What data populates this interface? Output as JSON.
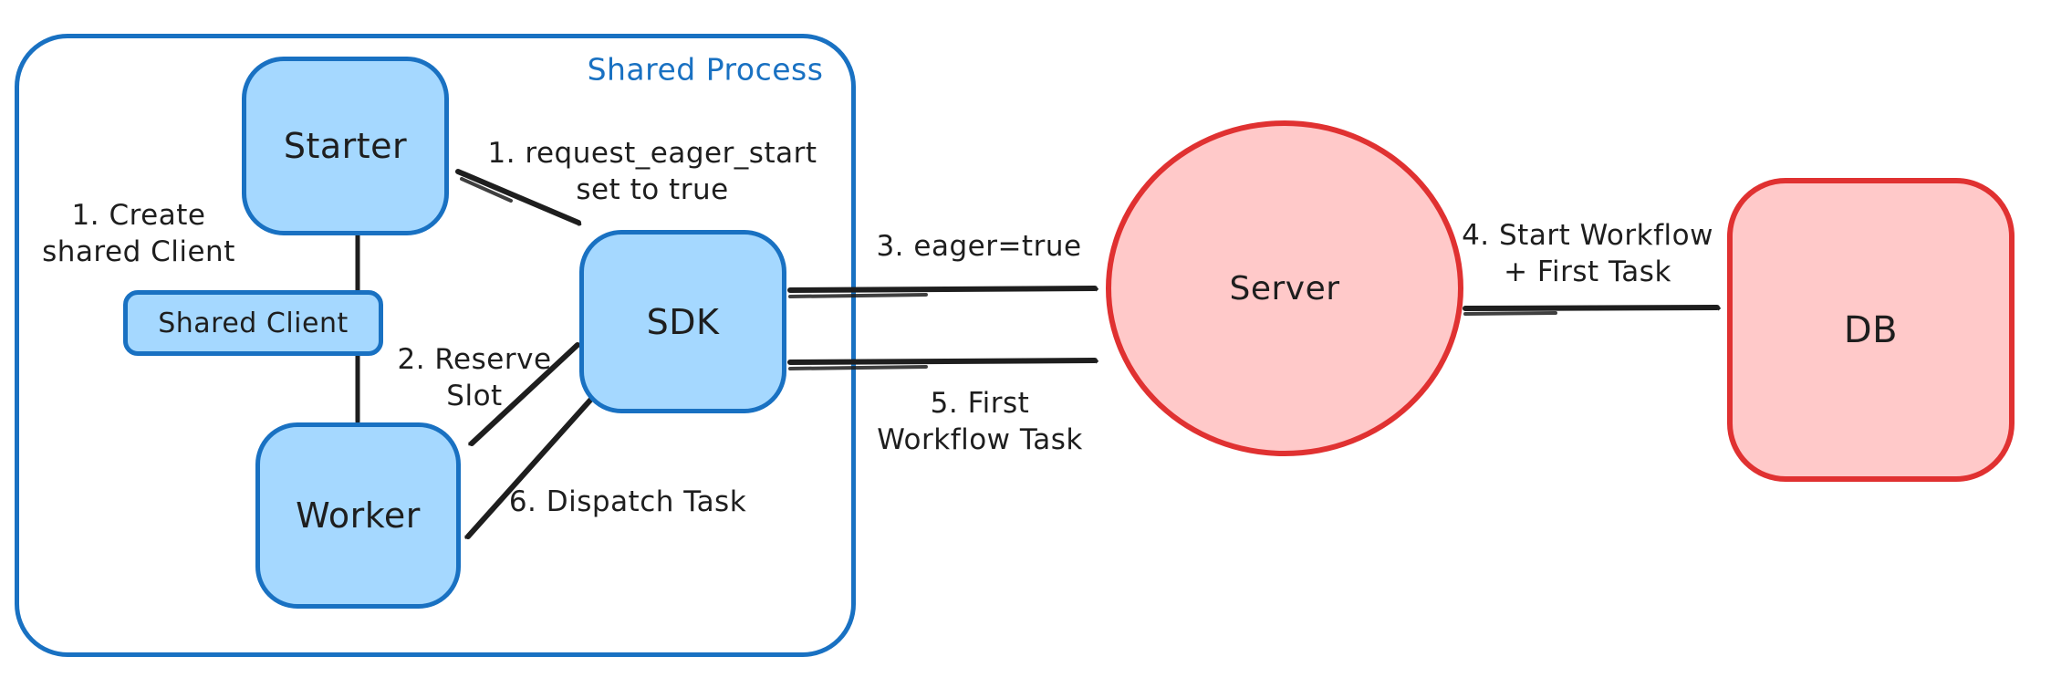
{
  "diagram": {
    "container_label": "Shared Process",
    "nodes": {
      "starter": {
        "label": "Starter"
      },
      "shared_client": {
        "label": "Shared Client"
      },
      "worker": {
        "label": "Worker"
      },
      "sdk": {
        "label": "SDK"
      },
      "server": {
        "label": "Server"
      },
      "db": {
        "label": "DB"
      }
    },
    "annotations": {
      "create_shared_client": {
        "line1": "1. Create",
        "line2": "shared Client"
      },
      "request_eager_start": {
        "line1": "1. request_eager_start",
        "line2": "set to true"
      },
      "reserve_slot": {
        "line1": "2. Reserve",
        "line2": "Slot"
      },
      "eager_true": {
        "line1": "3. eager=true"
      },
      "start_workflow": {
        "line1": "4. Start Workflow",
        "line2": "+ First Task"
      },
      "first_workflow_task": {
        "line1": "5. First",
        "line2": "Workflow Task"
      },
      "dispatch_task": {
        "line1": "6. Dispatch Task"
      }
    },
    "edges": [
      {
        "from": "starter",
        "to": "shared_client",
        "label": "1. Create shared Client"
      },
      {
        "from": "starter",
        "to": "sdk",
        "label": "1. request_eager_start set to true"
      },
      {
        "from": "sdk",
        "to": "worker",
        "label": "2. Reserve Slot"
      },
      {
        "from": "sdk",
        "to": "server",
        "label": "3. eager=true"
      },
      {
        "from": "server",
        "to": "db",
        "label": "4. Start Workflow + First Task"
      },
      {
        "from": "server",
        "to": "sdk",
        "label": "5. First Workflow Task"
      },
      {
        "from": "sdk",
        "to": "worker",
        "label": "6. Dispatch Task"
      }
    ],
    "colors": {
      "blue_stroke": "#1971c2",
      "blue_fill": "#a5d8ff",
      "red_stroke": "#e03131",
      "red_fill": "#ffc9c9",
      "ink": "#1e1e1e",
      "background": "#ffffff"
    }
  }
}
